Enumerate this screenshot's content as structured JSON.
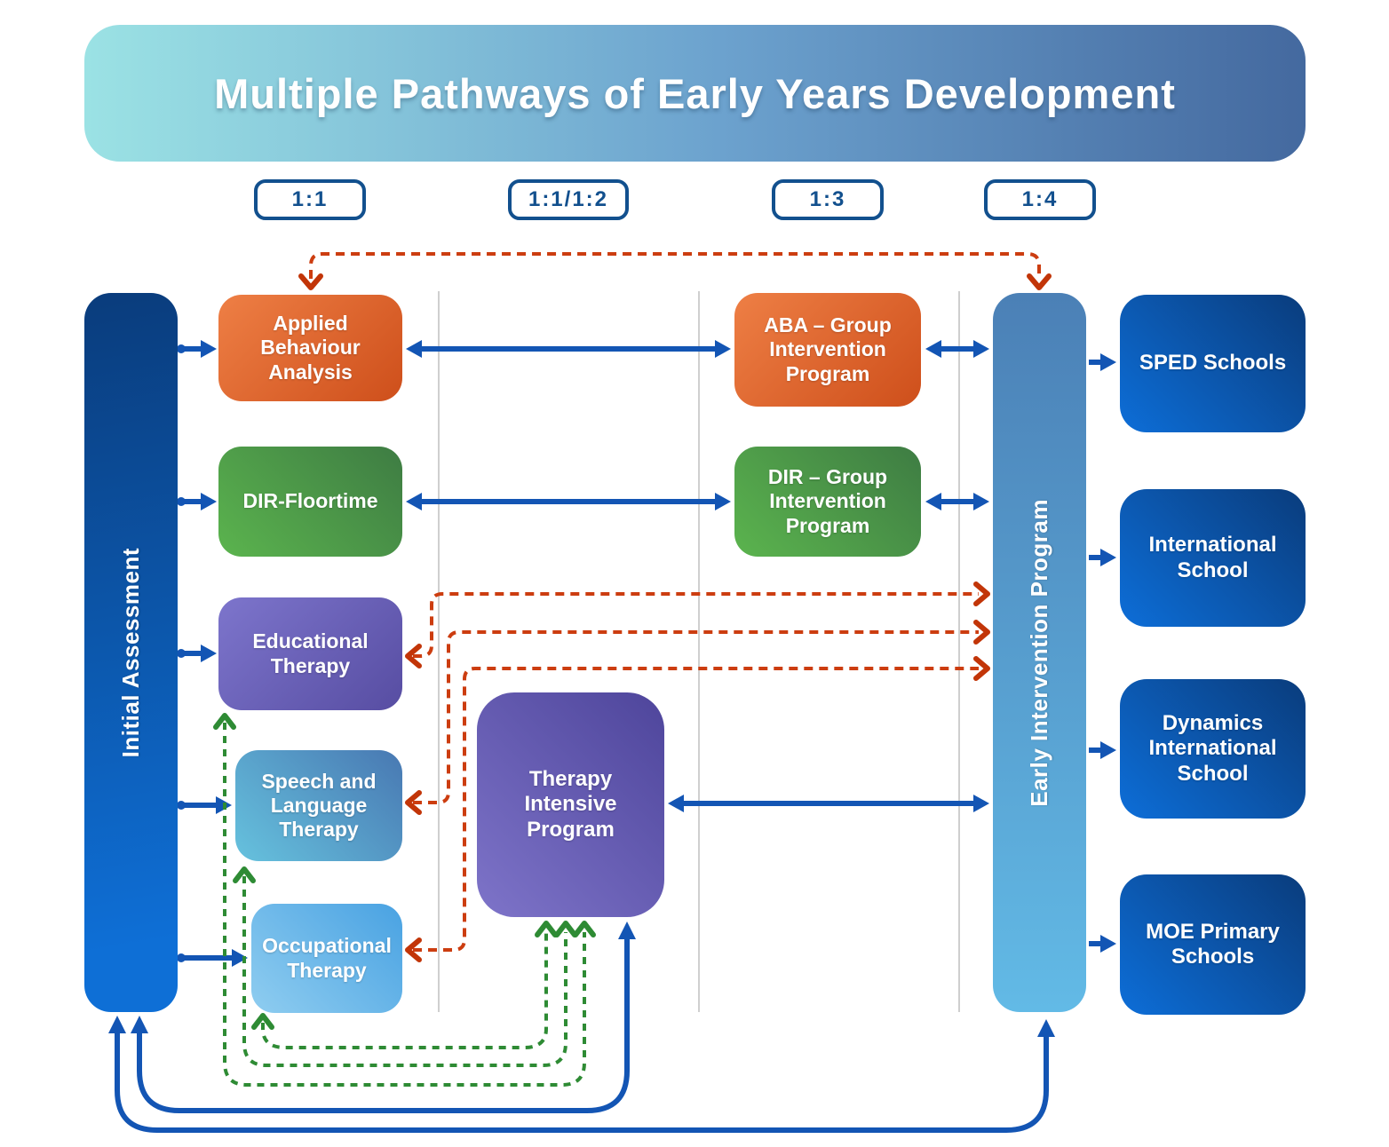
{
  "title": "Multiple Pathways of Early Years Development",
  "ratios": [
    {
      "label": "1:1"
    },
    {
      "label": "1:1/1:2"
    },
    {
      "label": "1:3"
    },
    {
      "label": "1:4"
    }
  ],
  "left_bar": {
    "label": "Initial Assessment"
  },
  "right_bar": {
    "label": "Early Intervention Program"
  },
  "therapies": [
    {
      "label": "Applied Behaviour Analysis",
      "color": "#CE4F1B"
    },
    {
      "label": "DIR-Floortime",
      "color": "#3E7C43"
    },
    {
      "label": "Educational Therapy",
      "color": "#574DA2"
    },
    {
      "label": "Speech and Language Therapy",
      "color": "#4878B2"
    },
    {
      "label": "Occupational Therapy",
      "color": "#49A2E2"
    }
  ],
  "intensive_program": {
    "label": "Therapy Intensive Program",
    "color": "#4E459B"
  },
  "group_programs": [
    {
      "label": "ABA – Group Intervention Program",
      "color": "#CE4F1B"
    },
    {
      "label": "DIR – Group Intervention Program",
      "color": "#3E7C43"
    }
  ],
  "schools": [
    {
      "label": "SPED Schools"
    },
    {
      "label": "International School"
    },
    {
      "label": "Dynamics International School"
    },
    {
      "label": "MOE Primary Schools"
    }
  ],
  "colors": {
    "title_gradient_left": "#9BE2E4",
    "title_gradient_right": "#44699F",
    "initial_assessment_top": "#0A3C7C",
    "initial_assessment_bottom": "#0E6FD6",
    "eip_top": "#4B80B6",
    "eip_bottom": "#62BAE6",
    "school_box": "#0C6DD6",
    "solid_arrow": "#1355B4",
    "dashed_red_arrow": "#CC3D10",
    "dashed_green_arrow": "#2E8B34",
    "ratio_border": "#12508E",
    "separator_line": "#CFCFCF"
  }
}
